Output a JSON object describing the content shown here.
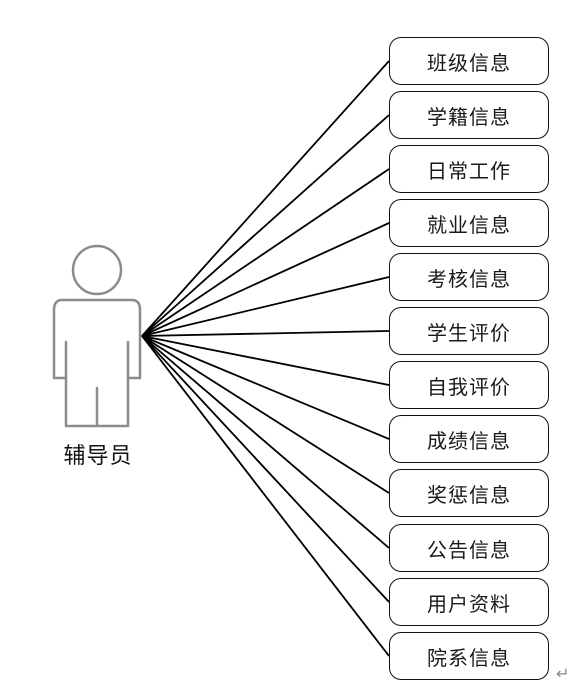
{
  "actor": {
    "label": "辅导员",
    "icon": "user-actor-icon"
  },
  "use_cases": [
    {
      "label": "班级信息"
    },
    {
      "label": "学籍信息"
    },
    {
      "label": "日常工作"
    },
    {
      "label": "就业信息"
    },
    {
      "label": "考核信息"
    },
    {
      "label": "学生评价"
    },
    {
      "label": "自我评价"
    },
    {
      "label": "成绩信息"
    },
    {
      "label": "奖惩信息"
    },
    {
      "label": "公告信息"
    },
    {
      "label": "用户资料"
    },
    {
      "label": "院系信息"
    }
  ],
  "paragraph_mark": "↵",
  "colors": {
    "line": "#000000",
    "actor_stroke": "#8c8c8c",
    "box_border": "#111111"
  }
}
